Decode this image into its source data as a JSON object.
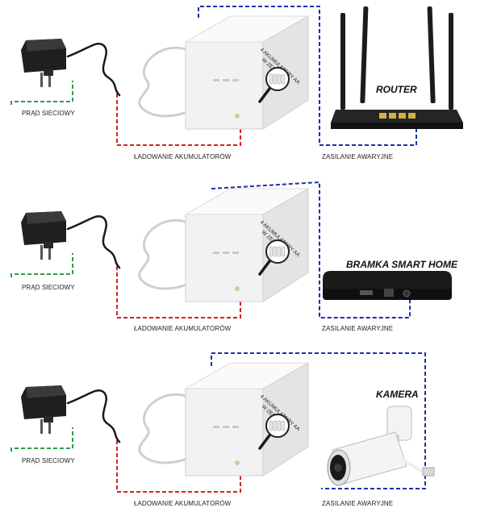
{
  "colors": {
    "mains_line": "#2e9a4a",
    "charging_line": "#d42222",
    "backup_line": "#1d2fa8",
    "device_black": "#1c1c1c",
    "power_bank": "#f2f2f2"
  },
  "icons": {
    "adapter": "power-adapter-icon",
    "power_bank": "power-bank-icon",
    "batteries": "battery-pack-icon",
    "router": "router-icon",
    "gateway": "smart-home-gateway-icon",
    "camera": "camera-icon"
  },
  "rows": [
    {
      "mains_label": "PRĄD SIECIOWY",
      "charging_label": "ŁADOWANIE AKUMULATORÓW",
      "backup_label": "ZASILANIE AWARYJNE",
      "battery_note": [
        "4 AKUMULATORY AA",
        "W ZESTAWIE"
      ],
      "device_title": "ROUTER"
    },
    {
      "mains_label": "PRĄD SIECIOWY",
      "charging_label": "ŁADOWANIE AKUMULATORÓW",
      "backup_label": "ZASILANIE AWARYJNE",
      "battery_note": [
        "4 AKUMULATORY AA",
        "W ZESTAWIE"
      ],
      "device_title": "BRAMKA SMART HOME"
    },
    {
      "mains_label": "PRĄD SIECIOWY",
      "charging_label": "ŁADOWANIE AKUMULATORÓW",
      "backup_label": "ZASILANIE AWARYJNE",
      "battery_note": [
        "4 AKUMULATORY AA",
        "W ZESTAWIE"
      ],
      "device_title": "KAMERA"
    }
  ]
}
